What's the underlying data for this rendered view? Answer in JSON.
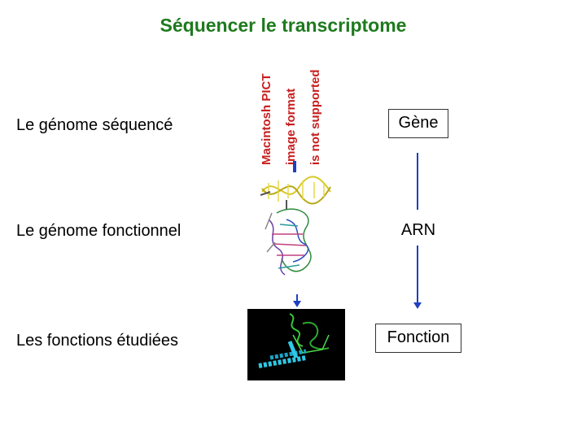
{
  "title": "Séquencer le transcriptome",
  "rows": [
    {
      "label": "Le génome séquencé"
    },
    {
      "label": "Le génome fonctionnel"
    },
    {
      "label": "Les fonctions étudiées"
    }
  ],
  "flow": {
    "gene": "Gène",
    "arn": "ARN",
    "fonction": "Fonction"
  },
  "unsupported_image": {
    "lines": [
      "Macintosh PICT",
      "image format",
      "is not supported"
    ]
  },
  "colors": {
    "title": "#1e7a1e",
    "arrow": "#1f3fbf",
    "unsupported_text": "#c81e1e"
  }
}
